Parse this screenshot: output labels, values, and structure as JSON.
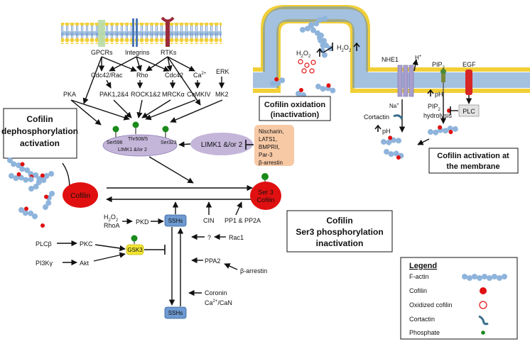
{
  "receptors": {
    "gpcr": "GPCRs",
    "integrin": "Integrins",
    "rtk": "RTKs"
  },
  "kinases_top": {
    "cdc42rac": "Cdc42/Rac",
    "rho": "Rho",
    "cdc42": "Cdc42",
    "ca": "Ca",
    "ca_sup": "2+",
    "erk": "ERK"
  },
  "kinases_mid": {
    "pka": "PKA",
    "pak": "PAK1,2&4",
    "rock": "ROCK1&2",
    "mrck": "MRCKα",
    "camkiv": "CaMKIV",
    "mk2": "MK2"
  },
  "phospho_sites": {
    "ser596": "Ser596",
    "thr508": "Thr508/5",
    "limk_inner": "LIMK1 &/or 2",
    "ser323": "Ser323"
  },
  "limk": "LIMK1 &/or 2",
  "inhibitors": [
    "Nischarin,",
    "LATS1,",
    "BMPRII,",
    "Par-3",
    "β-arrestin"
  ],
  "boxes": {
    "dephos": [
      "Cofilin",
      "dephosphorylation",
      "activation"
    ],
    "ser3": [
      "Cofilin",
      "Ser3 phosphorylation",
      "inactivation"
    ],
    "oxidation": [
      "Cofilin oxidation",
      "(inactivation)"
    ],
    "membrane": [
      "Cofilin activation at",
      "the membrane"
    ]
  },
  "cofilin": "Cofilin",
  "ser3_cofilin": [
    "Ser 3",
    "Cofilin"
  ],
  "ssh_regulators": {
    "h2o2": "H",
    "h2o2_tail": "O",
    "two": "2",
    "rhoa": "RhoA",
    "pkd": "PKD",
    "ssh": "SSHs",
    "cin": "CIN",
    "pp": "PP1 & PP2A",
    "q": "?",
    "rac1": "Rac1",
    "plcb": "PLCβ",
    "pkc": "PKC",
    "gsk3": "GSK3",
    "pi3k": "PI3Kγ",
    "akt": "Akt",
    "ppa2": "PPA2",
    "barrestin": "β-arrestin",
    "coronin": "Coronin",
    "ca": "Ca",
    "ca_sup": "2+",
    "can": "/CaN"
  },
  "membrane": {
    "h": "H",
    "o": "O",
    "two": "2",
    "nhe1": "NHE1",
    "hplus": "H",
    "plus": "+",
    "pip": "PIP",
    "egf": "EGF",
    "na": "Na",
    "ph": "pH",
    "cortactin": "Cortactin",
    "hydrolysis": "hydrolysis",
    "plc": "PLC"
  },
  "legend": {
    "title": "Legend",
    "items": [
      "F-actin",
      "Cofilin",
      "Oxidized cofilin",
      "Cortactin",
      "Phosphate"
    ]
  },
  "colors": {
    "cofilin": "#e01010",
    "actin": "#8fb4dc",
    "phosphate": "#1a8a1a",
    "membrane": "#5b8ec6",
    "limk": "#c3b6d9",
    "inhib": "#f7c9a5",
    "gsk": "#f2e531",
    "ssh": "#6f9ad1"
  }
}
